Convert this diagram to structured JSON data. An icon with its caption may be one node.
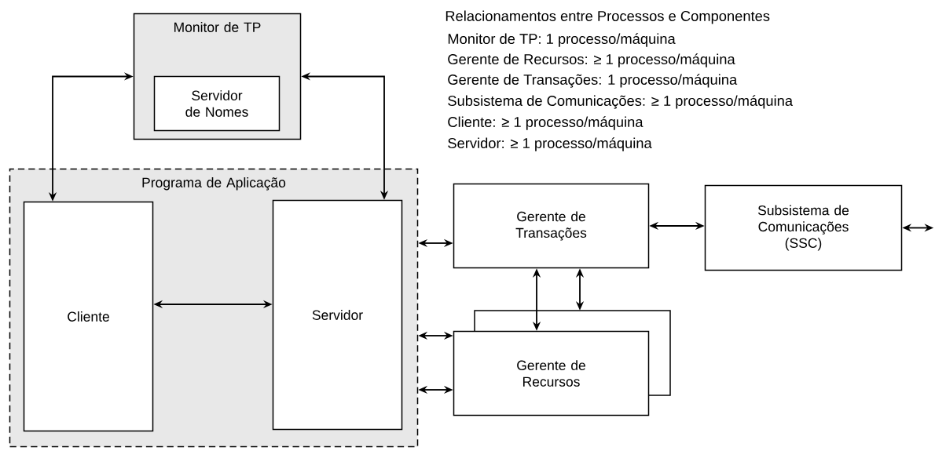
{
  "diagram": {
    "title": "Relacionamentos entre Processos e Componentes",
    "nodes": [
      {
        "text": [
          "Monitor de TP"
        ]
      },
      {
        "text": [
          "Servidor de Nomes"
        ],
        "in": 0
      },
      {
        "text": [
          "Programa de Aplicação"
        ]
      },
      {
        "text": [
          "Cliente"
        ],
        "in": 2
      },
      {
        "text": [
          "Servidor"
        ],
        "in": 2
      },
      {
        "text": [
          "Gerente de Transações"
        ]
      },
      {
        "text": [
          "Subsistema de Comunicações (SSC)"
        ]
      },
      {
        "text": [
          "Gerente de Recursos"
        ]
      }
    ],
    "edges": [
      {
        "from": 0,
        "to": 3,
        "arrow": "both"
      },
      {
        "from": 0,
        "to": 4,
        "arrow": "both"
      },
      {
        "from": 3,
        "to": 4,
        "arrow": "both"
      },
      {
        "from": 2,
        "to": 5,
        "arrow": "both"
      },
      {
        "from": 2,
        "to": 7,
        "arrow": "both"
      },
      {
        "from": 2,
        "to": 7,
        "arrow": "both"
      },
      {
        "from": 5,
        "to": 6,
        "arrow": "both"
      },
      {
        "from": 5,
        "to": 7,
        "arrow": "both"
      },
      {
        "from": 5,
        "to": 7,
        "arrow": "both"
      },
      {
        "from": 6,
        "to": null,
        "arrow": "both"
      }
    ],
    "labels": [
      "Monitor de TP: 1 processo/máquina",
      "Gerente de Recursos: ≥ 1 processo/máquina",
      "Gerente de Transações: 1 processo/máquina",
      "Subsistema de Comunicações: ≥ 1 processo/máquina",
      "Cliente: ≥ 1 processo/máquina",
      "Servidor: ≥ 1 processo/máquina"
    ]
  }
}
